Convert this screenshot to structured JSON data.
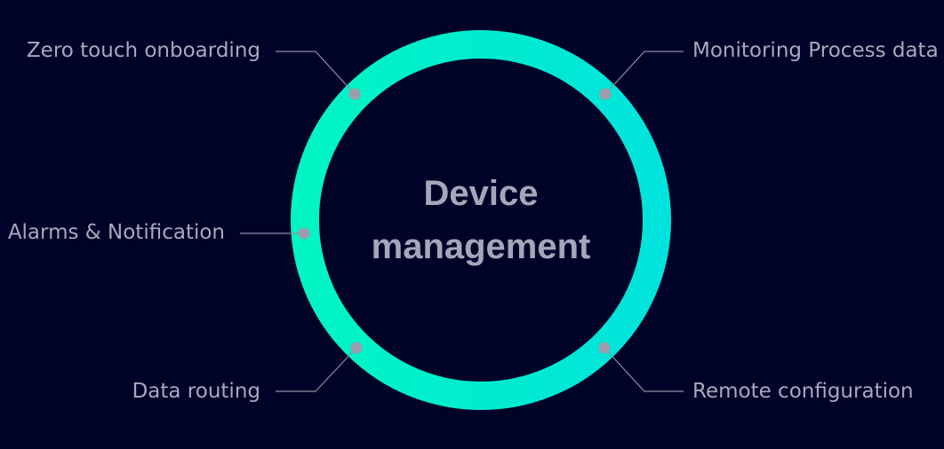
{
  "diagram": {
    "center": {
      "line1": "Device",
      "line2": "management"
    },
    "features": {
      "top_left": "Zero touch onboarding",
      "middle_left": "Alarms & Notification",
      "bottom_left": "Data routing",
      "top_right": "Monitoring Process data",
      "bottom_right": "Remote configuration"
    }
  },
  "colors": {
    "background": "#000228",
    "ring_start": "#00f5c3",
    "ring_end": "#00e3dc",
    "marker": "#9c9cad",
    "connector": "#8e8ea3",
    "text": "#a9a9bd"
  }
}
